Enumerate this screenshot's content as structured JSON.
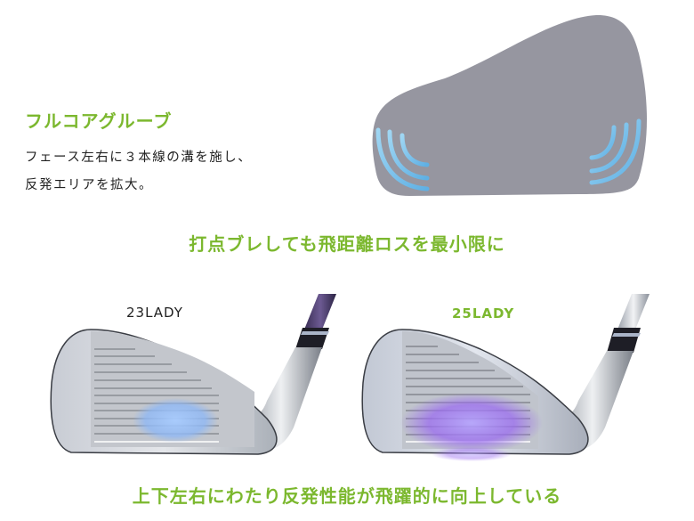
{
  "feature": {
    "title": "フルコアグルーブ",
    "description_line1": "フェース左右に３本線の溝を施し、",
    "description_line2": "反発エリアを拡大。"
  },
  "headline": "打点ブレしても飛距離ロスを最小限に",
  "comparison": {
    "left": {
      "label": "23LADY",
      "sweet_spot_color": "#8fb8f5"
    },
    "right": {
      "label": "25LADY",
      "sweet_spot_color": "#9b6cf0"
    }
  },
  "footer": "上下左右にわたり反発性能が飛躍的に向上している",
  "colors": {
    "accent_green": "#7cb82f",
    "face_gray": "#9696a0",
    "groove_blue": "#7ec4ec"
  }
}
